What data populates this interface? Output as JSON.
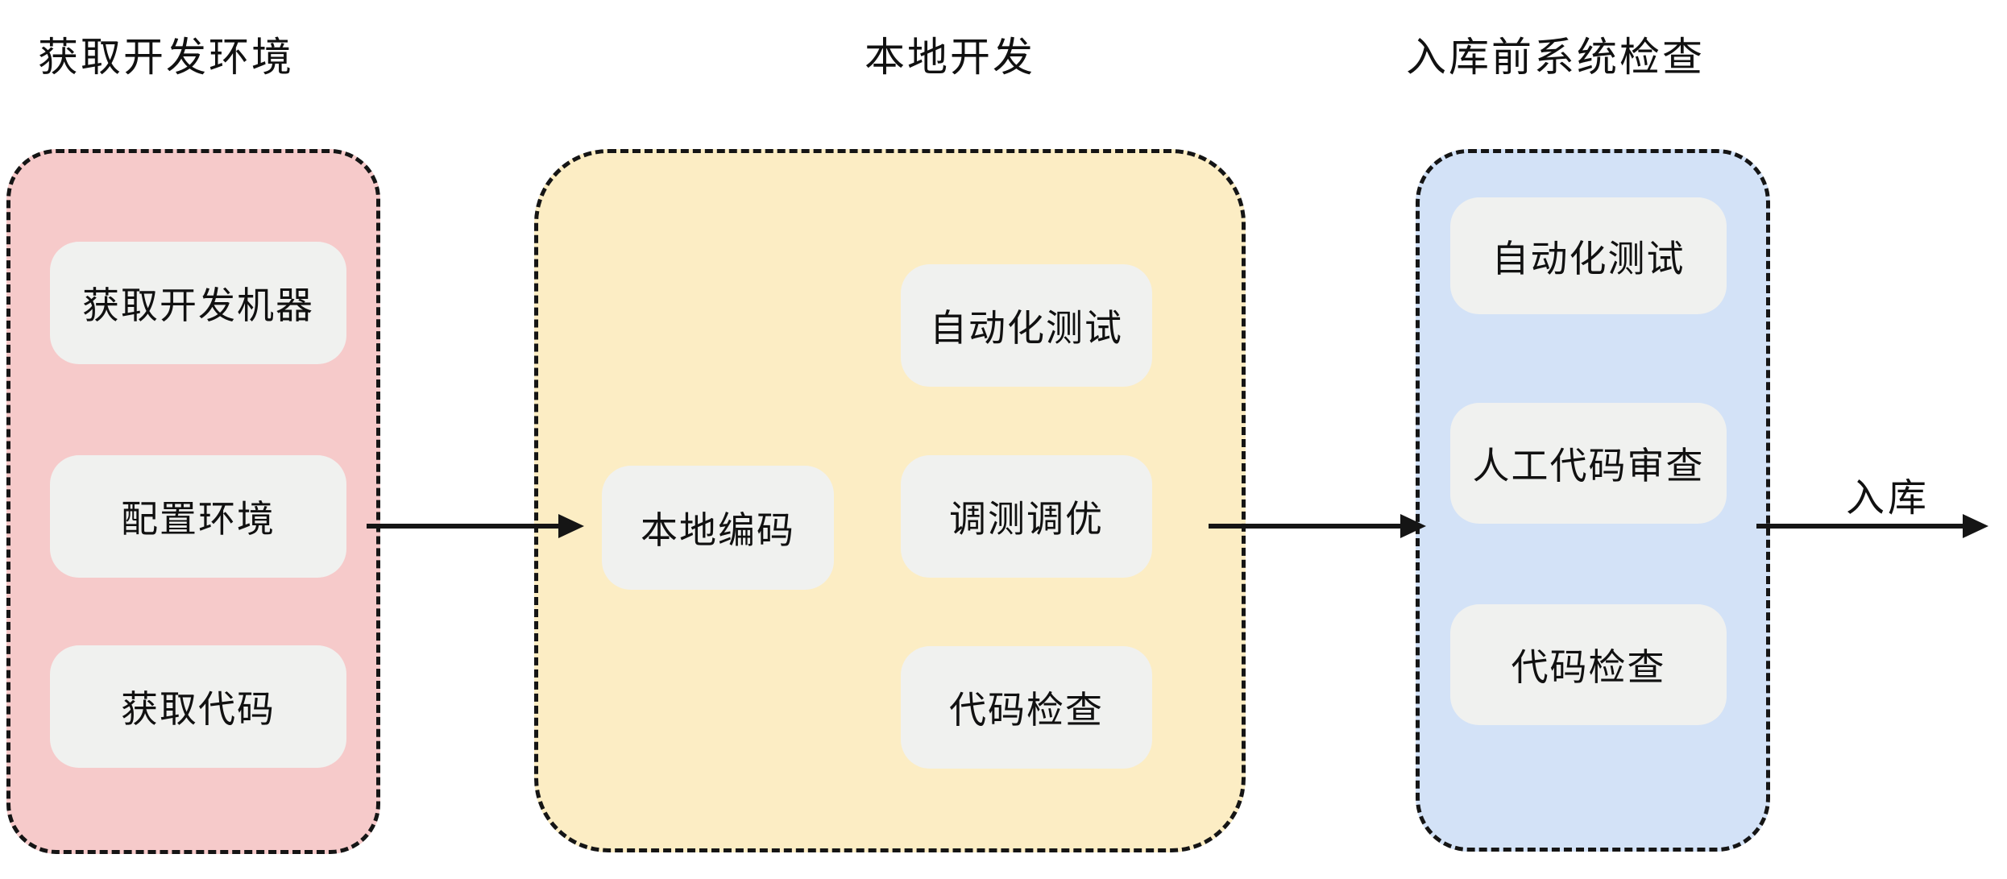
{
  "diagram": {
    "sections": [
      {
        "title": "获取开发环境",
        "fill": "#f6caca",
        "boxes": [
          {
            "label": "获取开发机器"
          },
          {
            "label": "配置环境"
          },
          {
            "label": "获取代码"
          }
        ]
      },
      {
        "title": "本地开发",
        "fill": "#fcedc4",
        "boxes": [
          {
            "label": "本地编码"
          },
          {
            "label": "自动化测试"
          },
          {
            "label": "调测调优"
          },
          {
            "label": "代码检查"
          }
        ]
      },
      {
        "title": "入库前系统检查",
        "fill": "#d3e2f7",
        "boxes": [
          {
            "label": "自动化测试"
          },
          {
            "label": "人工代码审查"
          },
          {
            "label": "代码检查"
          }
        ]
      }
    ],
    "arrows": [
      {
        "label": ""
      },
      {
        "label": ""
      },
      {
        "label": "入库"
      }
    ],
    "colors": {
      "node_fill": "#f0f1ef",
      "line": "#151515",
      "text": "#111111"
    }
  }
}
